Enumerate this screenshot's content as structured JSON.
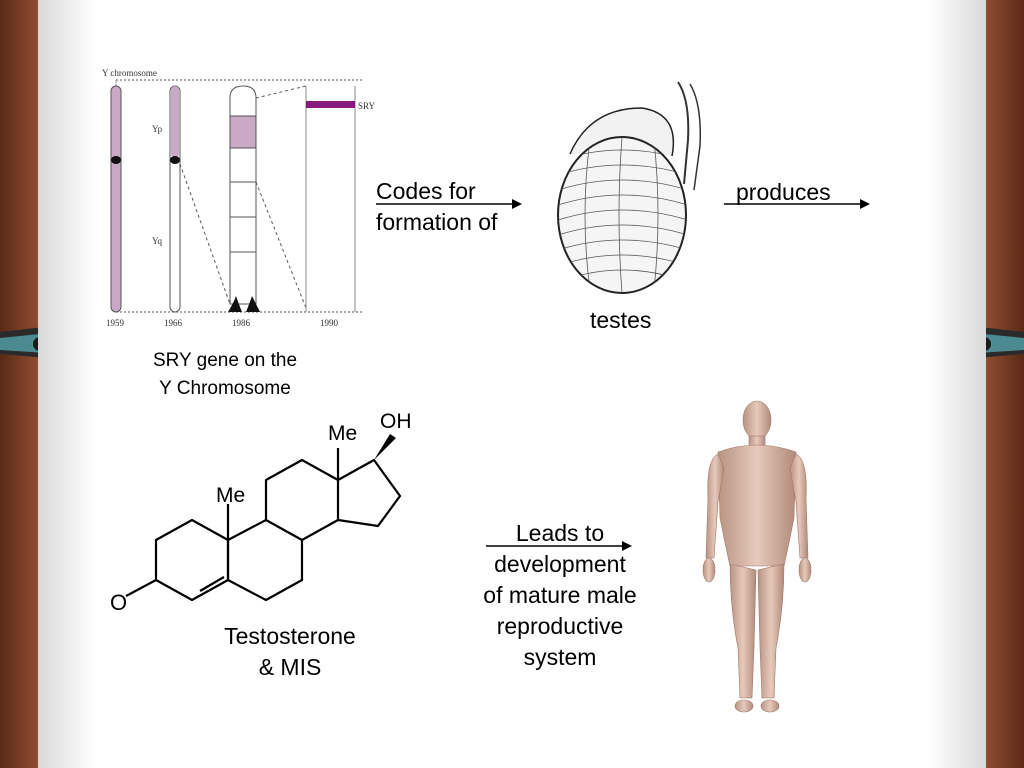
{
  "chromosome": {
    "title": "Y chromosome",
    "arm_p": "Yp",
    "arm_q": "Yq",
    "gene": "SRY",
    "years": [
      "1959",
      "1966",
      "1986",
      "1990"
    ],
    "caption_line1": "SRY gene on the",
    "caption_line2": "Y Chromosome"
  },
  "arrow1": {
    "line1": "Codes for",
    "line2": "formation of"
  },
  "testes": {
    "label": "testes"
  },
  "arrow2": {
    "label": "produces"
  },
  "molecule": {
    "group_top": "Me",
    "group_mid": "Me",
    "group_oh": "OH",
    "group_o": "O"
  },
  "hormone": {
    "line1": "Testosterone",
    "line2": "& MIS"
  },
  "arrow3": {
    "lines": [
      "Leads to",
      "development",
      "of mature male",
      "reproductive",
      "system"
    ]
  },
  "colors": {
    "chromosome_fill": "#c9a9c6",
    "sry_bar": "#8b1a7e"
  }
}
